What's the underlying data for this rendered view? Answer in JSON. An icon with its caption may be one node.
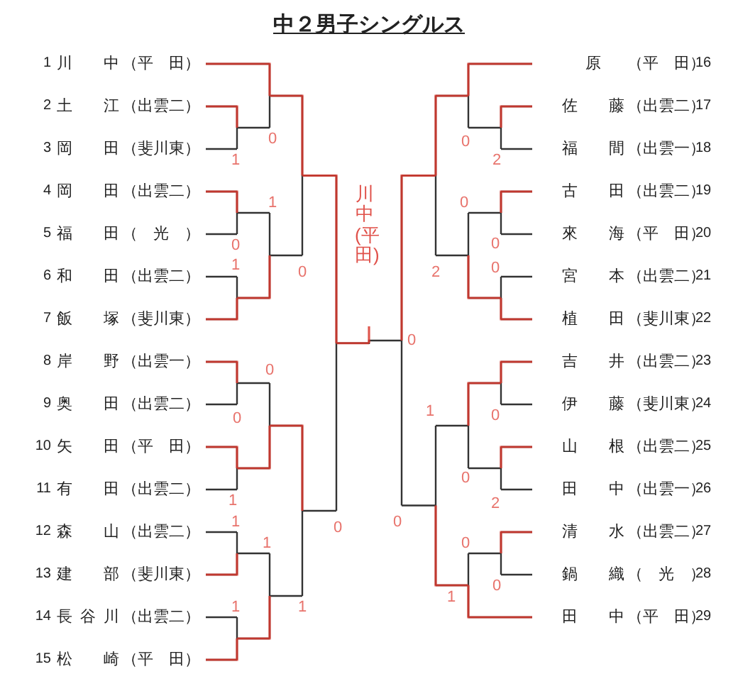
{
  "diagram": {
    "title": "中２男子シングルス",
    "labels": [
      "1",
      "川　中",
      "（平　田）",
      "2",
      "土　江",
      "（出雲二）",
      "3",
      "岡　田",
      "（斐川東）",
      "4",
      "岡　田",
      "（出雲二）",
      "5",
      "福　田",
      "（　光　）",
      "6",
      "和　田",
      "（出雲二）",
      "7",
      "飯　塚",
      "（斐川東）",
      "8",
      "岸　野",
      "（出雲一）",
      "9",
      "奥　田",
      "（出雲二）",
      "10",
      "矢　田",
      "（平　田）",
      "11",
      "有　田",
      "（出雲二）",
      "12",
      "森　山",
      "（出雲二）",
      "13",
      "建　部",
      "（斐川東）",
      "14",
      "長 谷 川",
      "（出雲二）",
      "15",
      "松　崎",
      "（平　田）",
      "原",
      "（平　田）",
      "16",
      "佐　藤",
      "（出雲二）",
      "17",
      "福　間",
      "（出雲一）",
      "18",
      "古　田",
      "（出雲二）",
      "19",
      "來　海",
      "（平　田）",
      "20",
      "宮　本",
      "（出雲二）",
      "21",
      "植　田",
      "（斐川東）",
      "22",
      "吉　井",
      "（出雲二）",
      "23",
      "伊　藤",
      "（斐川東）",
      "24",
      "山　根",
      "（出雲二）",
      "25",
      "田　中",
      "（出雲一）",
      "26",
      "清　水",
      "（出雲二）",
      "27",
      "鍋　織",
      "（　光　）",
      "28",
      "田　中",
      "（平　田）",
      "29",
      "0",
      "1",
      "1",
      "0",
      "1",
      "0",
      "0",
      "0",
      "1",
      "1",
      "1",
      "0",
      "1",
      "1",
      "0",
      "2",
      "0",
      "0",
      "2",
      "0",
      "0",
      "1",
      "0",
      "0",
      "2",
      "0",
      "0",
      "1",
      "0",
      "川中(平田)"
    ]
  }
}
